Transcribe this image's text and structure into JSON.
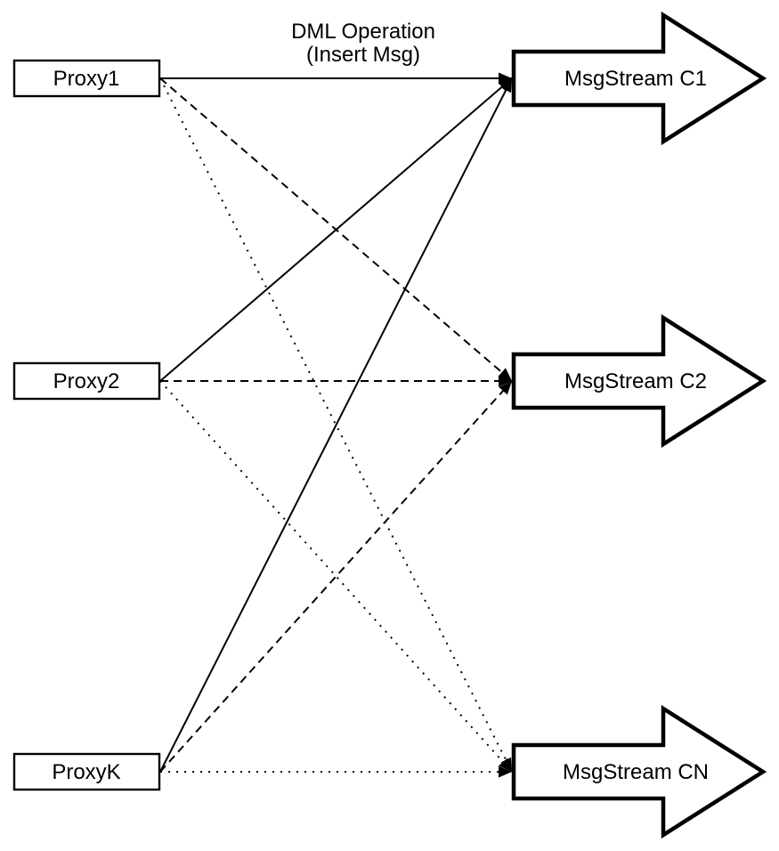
{
  "title": {
    "line1": "DML Operation",
    "line2": "(Insert Msg)"
  },
  "proxies": [
    {
      "id": "proxy1",
      "label": "Proxy1"
    },
    {
      "id": "proxy2",
      "label": "Proxy2"
    },
    {
      "id": "proxyk",
      "label": "ProxyK"
    }
  ],
  "streams": [
    {
      "id": "c1",
      "label": "MsgStream C1",
      "incoming_line_style": "solid"
    },
    {
      "id": "c2",
      "label": "MsgStream C2",
      "incoming_line_style": "dashed"
    },
    {
      "id": "cn",
      "label": "MsgStream CN",
      "incoming_line_style": "dotted"
    }
  ],
  "edges": [
    {
      "from": "proxy1",
      "to": "c1",
      "style": "solid"
    },
    {
      "from": "proxy1",
      "to": "c2",
      "style": "dashed"
    },
    {
      "from": "proxy1",
      "to": "cn",
      "style": "dotted"
    },
    {
      "from": "proxy2",
      "to": "c1",
      "style": "solid"
    },
    {
      "from": "proxy2",
      "to": "c2",
      "style": "dashed"
    },
    {
      "from": "proxy2",
      "to": "cn",
      "style": "dotted"
    },
    {
      "from": "proxyk",
      "to": "c1",
      "style": "solid"
    },
    {
      "from": "proxyk",
      "to": "c2",
      "style": "dashed"
    },
    {
      "from": "proxyk",
      "to": "cn",
      "style": "dotted"
    }
  ],
  "colors": {
    "line": "#000000",
    "shape_border": "#000000",
    "shape_fill": "#ffffff",
    "text": "#000000",
    "background": "#ffffff"
  }
}
